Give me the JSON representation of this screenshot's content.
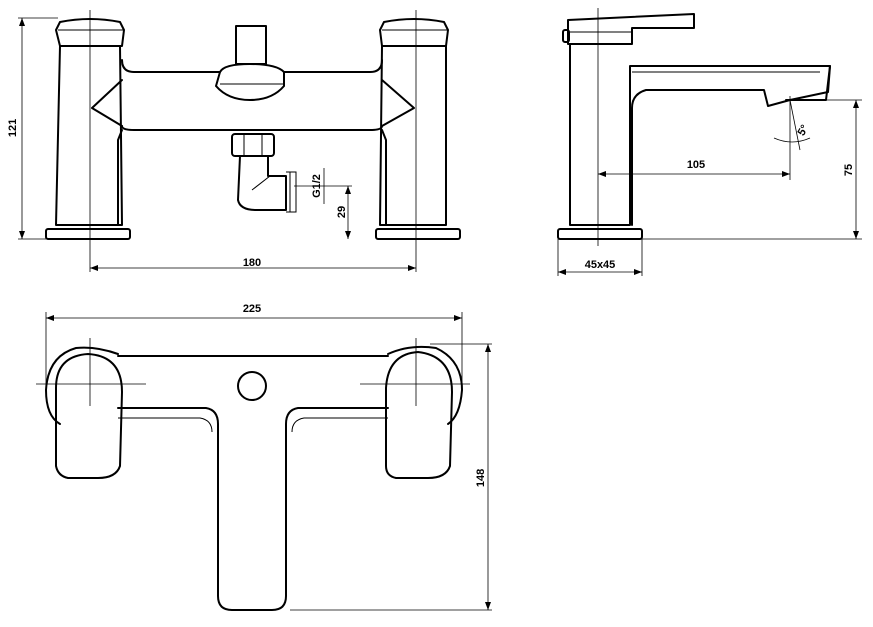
{
  "dimensions": {
    "front_height": "121",
    "front_width": "180",
    "connection_thread": "G1/2",
    "connection_height": "29",
    "side_reach": "105",
    "spout_angle": "5°",
    "spout_height": "75",
    "base_size": "45x45",
    "top_width": "225",
    "top_depth": "148"
  }
}
